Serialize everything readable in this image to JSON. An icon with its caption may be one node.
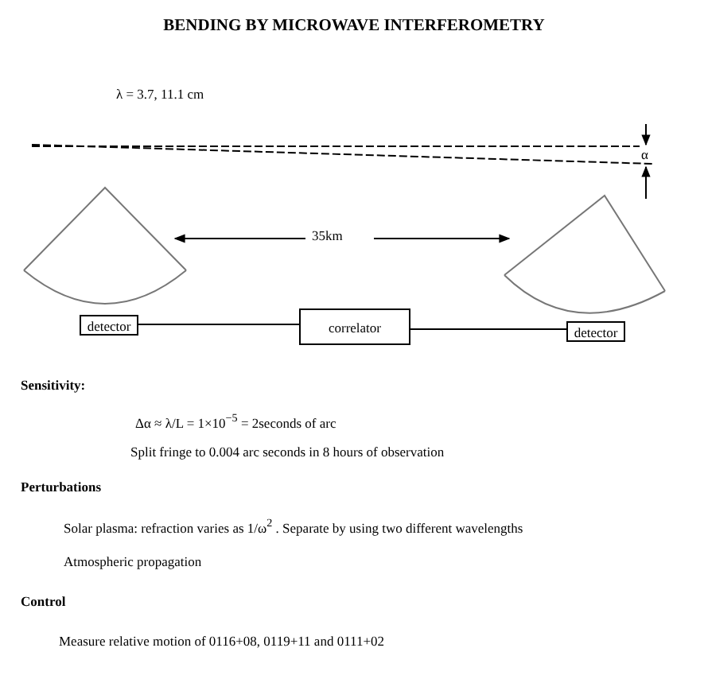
{
  "diagram": {
    "title": "BENDING BY MICROWAVE INTERFEROMETRY",
    "nodes": [
      {
        "text": [
          "detector"
        ]
      },
      {
        "text": [
          "correlator"
        ]
      },
      {
        "text": [
          "detector"
        ]
      }
    ],
    "edges": [
      {
        "from": 0,
        "to": 1,
        "arrow": "none"
      },
      {
        "from": 1,
        "to": 2,
        "arrow": "none"
      }
    ],
    "labels": [
      "λ = 3.7, 11.1 cm",
      "α",
      "35km",
      "Sensitivity:",
      "Δα ≈ λ/L = 1×10$^{−5}$ = 2seconds of arc",
      "Split fringe to 0.004 arc seconds in 8 hours of observation",
      "Perturbations",
      "Solar plasma: refraction varies as 1/ω$^{2}$ . Separate by using two different wavelengths",
      "Atmospheric propagation",
      "Control",
      "Measure relative motion of 0116+08, 0119+11 and 0111+02"
    ]
  }
}
